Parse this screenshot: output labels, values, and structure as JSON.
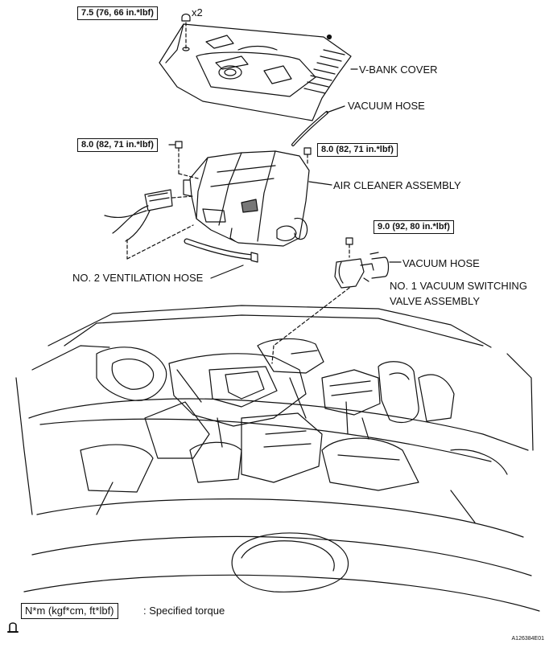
{
  "torques": {
    "vbank_cover_nut": "7.5 (76, 66 in.*lbf)",
    "vbank_cover_qty": "x2",
    "air_cleaner_left_bolt": "8.0 (82, 71 in.*lbf)",
    "air_cleaner_right_bolt": "8.0 (82, 71 in.*lbf)",
    "vsv_bolt": "9.0 (92, 80 in.*lbf)"
  },
  "labels": {
    "vbank_cover": "V-BANK COVER",
    "vacuum_hose_top": "VACUUM HOSE",
    "air_cleaner": "AIR CLEANER ASSEMBLY",
    "vacuum_hose_vsv": "VACUUM HOSE",
    "vsv_line1": "NO. 1 VACUUM SWITCHING",
    "vsv_line2": "VALVE ASSEMBLY",
    "ventilation_hose": "NO. 2 VENTILATION HOSE"
  },
  "legend": {
    "units": "N*m (kgf*cm, ft*lbf)",
    "description": ": Specified torque"
  },
  "figure_code": "A126384E01"
}
